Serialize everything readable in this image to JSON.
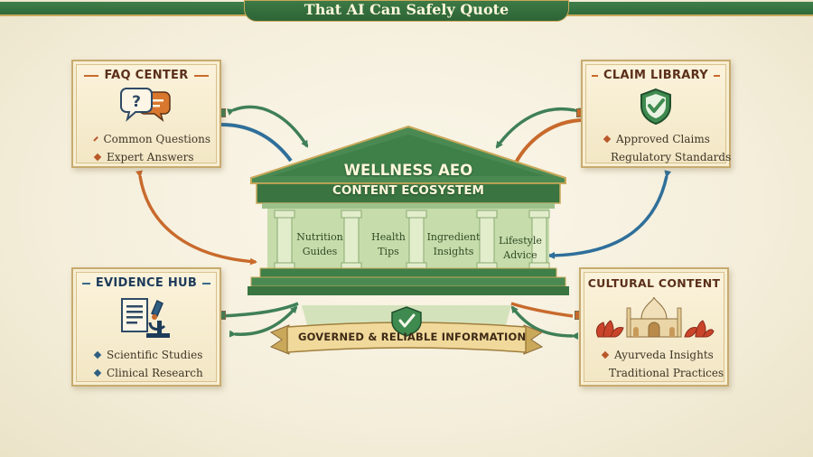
{
  "header": {
    "title": "That AI Can Safely Quote"
  },
  "center": {
    "title_line1": "WELLNESS AEO",
    "title_line2": "CONTENT ECOSYSTEM",
    "pillars": [
      {
        "line1": "Nutrition",
        "line2": "Guides"
      },
      {
        "line1": "Health",
        "line2": "Tips"
      },
      {
        "line1": "Ingredient",
        "line2": "Insights"
      },
      {
        "line1": "Lifestyle",
        "line2": "Advice"
      }
    ],
    "ribbon": "GOVERNED & RELIABLE INFORMATION"
  },
  "cards": {
    "faq": {
      "title": "FAQ CENTER",
      "icon": "speech-bubbles-question-icon",
      "items": [
        "Common Questions",
        "Expert Answers"
      ]
    },
    "claims": {
      "title": "CLAIM LIBRARY",
      "icon": "shield-check-icon",
      "items": [
        "Approved Claims",
        "Regulatory Standards"
      ]
    },
    "evidence": {
      "title": "EVIDENCE HUB",
      "icon": "document-microscope-icon",
      "items": [
        "Scientific Studies",
        "Clinical Research"
      ]
    },
    "cultural": {
      "title": "CULTURAL CONTENT",
      "icon": "temple-lotus-icon",
      "items": [
        "Ayurveda Insights",
        "Traditional Practices"
      ]
    }
  },
  "colors": {
    "green": "#3f7f4a",
    "gold": "#c9a85a",
    "orange": "#c86a2c",
    "blue": "#2f6f9a",
    "parchment": "#f4eedb"
  }
}
